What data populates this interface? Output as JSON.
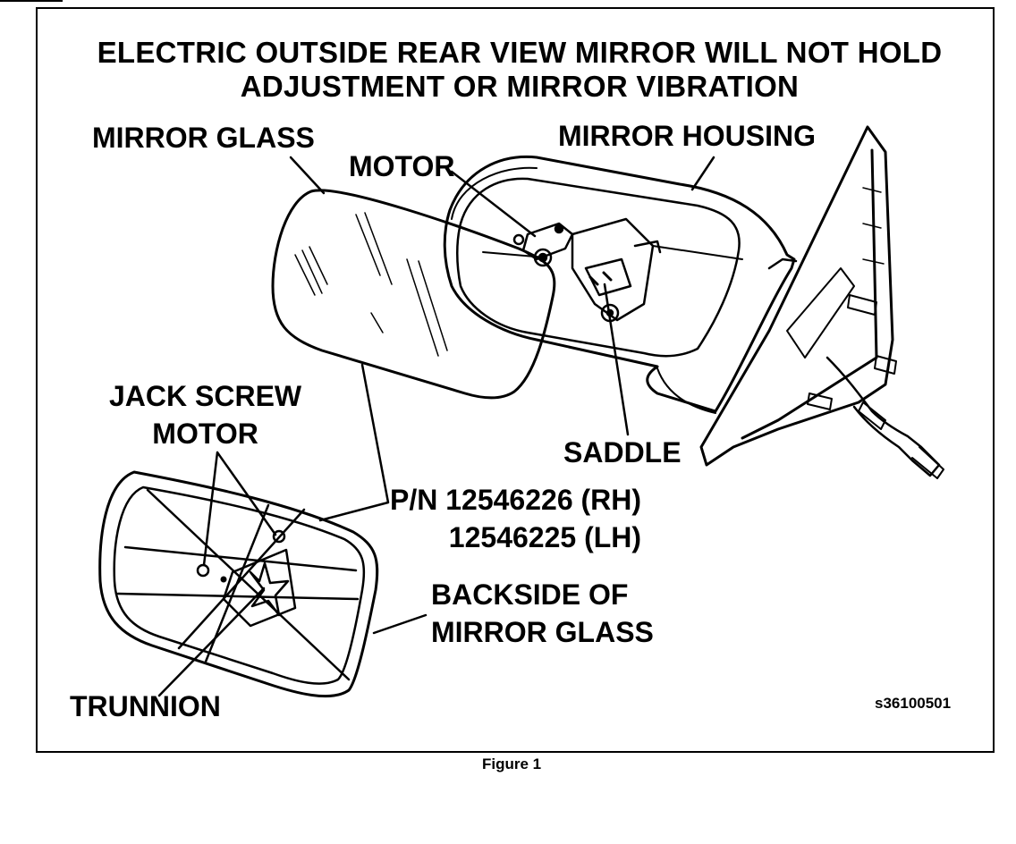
{
  "title": {
    "line1": "ELECTRIC OUTSIDE REAR VIEW MIRROR WILL NOT HOLD",
    "line2": "ADJUSTMENT OR MIRROR VIBRATION"
  },
  "labels": {
    "mirror_glass": "MIRROR GLASS",
    "motor": "MOTOR",
    "mirror_housing": "MIRROR HOUSING",
    "jack_screw_motor_line1": "JACK SCREW",
    "jack_screw_motor_line2": "MOTOR",
    "saddle": "SADDLE",
    "part_number_line1": "P/N 12546226 (RH)",
    "part_number_line2": "12546225 (LH)",
    "backside_line1": "BACKSIDE OF",
    "backside_line2": "MIRROR GLASS",
    "trunnion": "TRUNNION"
  },
  "figure_code": "s36100501",
  "caption": "Figure 1"
}
